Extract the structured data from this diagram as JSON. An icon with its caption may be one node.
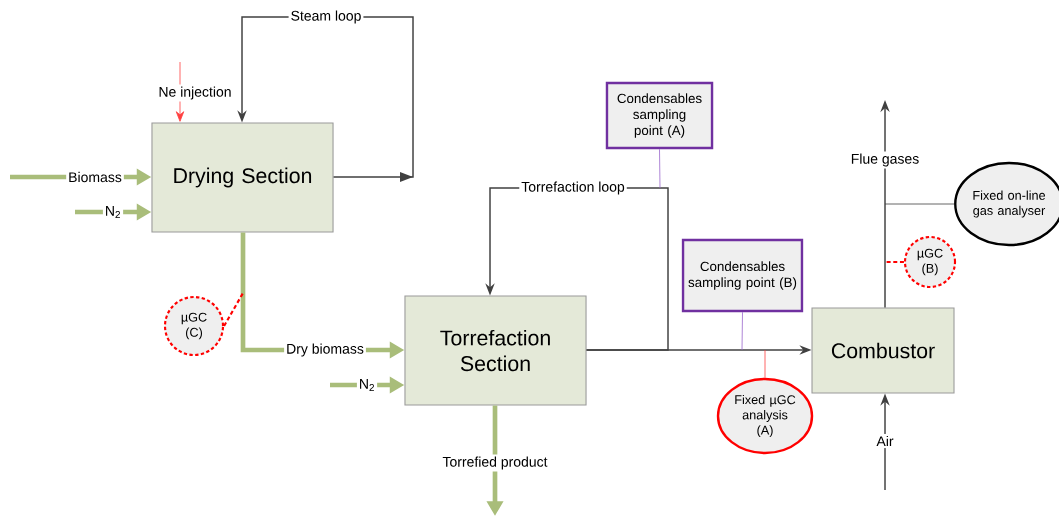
{
  "diagram": {
    "nodes": [
      {
        "text": [
          "Drying Section"
        ]
      },
      {
        "text": [
          "Torrefaction Section"
        ]
      },
      {
        "text": [
          "Combustor"
        ]
      },
      {
        "text": [
          "Condensables sampling point (A)"
        ]
      },
      {
        "text": [
          "Condensables sampling point (B)"
        ]
      },
      {
        "text": [
          "Fixed µGC analysis (A)"
        ]
      },
      {
        "text": [
          "µGC (C)"
        ]
      },
      {
        "text": [
          "µGC (B)"
        ]
      },
      {
        "text": [
          "Fixed on-line gas analyser"
        ]
      }
    ],
    "edges": [
      {
        "from": null,
        "to": 0,
        "arrow": "to",
        "label": "Biomass",
        "style": "thick",
        "color": "#a9bd7a"
      },
      {
        "from": null,
        "to": 0,
        "arrow": "to",
        "label": "N$_{2}$",
        "style": "thick",
        "color": "#a9bd7a"
      },
      {
        "from": null,
        "to": 0,
        "arrow": "to",
        "label": "Ne injection",
        "color": "#ff4040"
      },
      {
        "from": 0,
        "to": 0,
        "arrow": "to",
        "label": "Steam loop"
      },
      {
        "from": 0,
        "to": 1,
        "arrow": "to",
        "label": "Dry biomass",
        "style": "thick",
        "color": "#a9bd7a"
      },
      {
        "from": 6,
        "to": null,
        "arrow": "none",
        "style": "dashed",
        "color": "#ff0000"
      },
      {
        "from": null,
        "to": 1,
        "arrow": "to",
        "label": "N$_{2}$",
        "style": "thick",
        "color": "#a9bd7a"
      },
      {
        "from": 1,
        "to": null,
        "arrow": "to",
        "label": "Torrefied product",
        "style": "thick",
        "color": "#a9bd7a"
      },
      {
        "from": 1,
        "to": 1,
        "arrow": "to",
        "label": "Torrefaction loop"
      },
      {
        "from": 1,
        "to": 2,
        "arrow": "to"
      },
      {
        "from": 3,
        "to": null,
        "arrow": "none",
        "color": "#9966cc"
      },
      {
        "from": 4,
        "to": null,
        "arrow": "none",
        "color": "#9966cc"
      },
      {
        "from": 5,
        "to": null,
        "arrow": "none",
        "color": "#ff4040"
      },
      {
        "from": 2,
        "to": null,
        "arrow": "to",
        "label": "Flue gases"
      },
      {
        "from": null,
        "to": 2,
        "arrow": "to",
        "label": "Air"
      },
      {
        "from": 8,
        "to": null,
        "arrow": "none"
      },
      {
        "from": 7,
        "to": null,
        "arrow": "none",
        "style": "dashed",
        "color": "#ff0000"
      }
    ]
  }
}
